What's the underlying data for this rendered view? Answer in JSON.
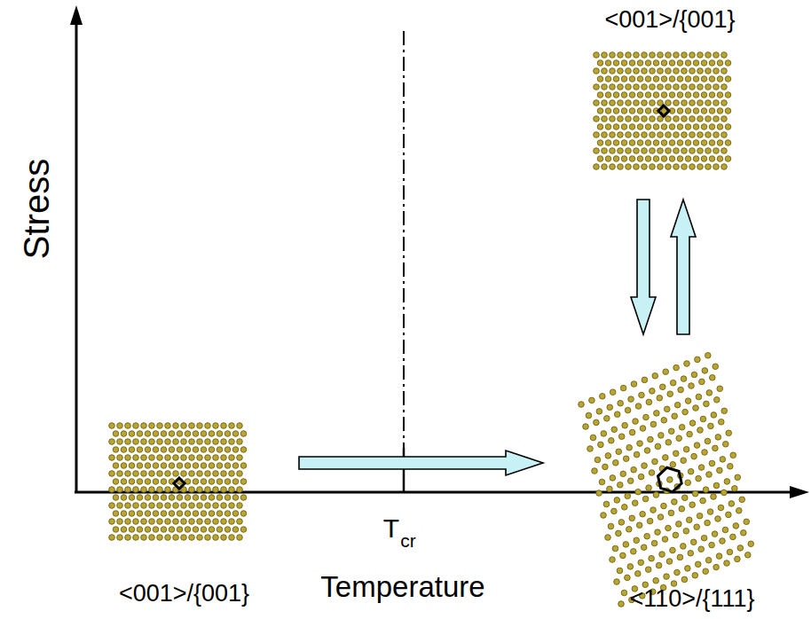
{
  "diagram": {
    "nodes": [
      {
        "text": [
          "<001>/{001}"
        ]
      },
      {
        "text": [
          "<001>/{001}"
        ]
      },
      {
        "text": [
          "<110>/{111}"
        ]
      }
    ],
    "edges": [
      {
        "from": 1,
        "to": 2,
        "arrow": "to"
      },
      {
        "from": 0,
        "to": 2,
        "arrow": "to"
      },
      {
        "from": 2,
        "to": 0,
        "arrow": "to"
      }
    ],
    "labels": [
      "Stress",
      "T",
      "cr",
      "Temperature"
    ]
  }
}
